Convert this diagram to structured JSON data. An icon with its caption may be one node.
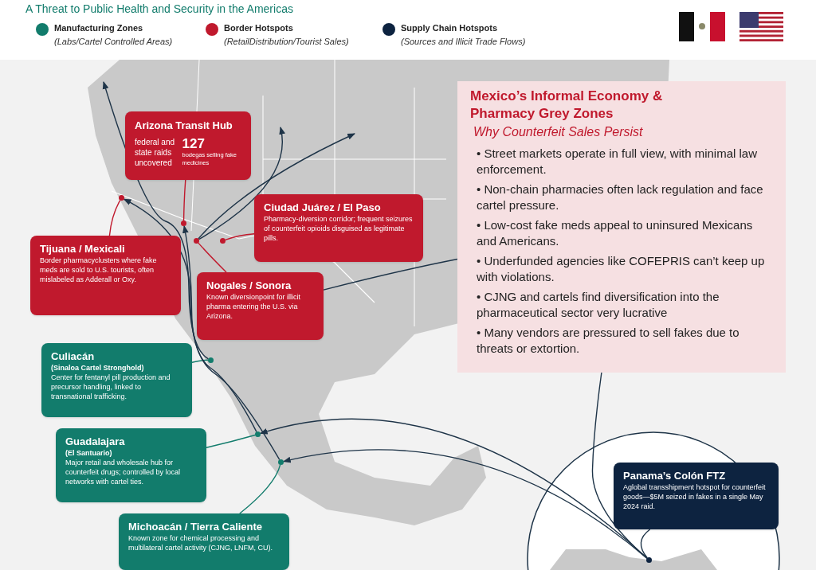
{
  "diagram": {
    "title": "A Threat to Public Health and Security in the Americas",
    "nodes": [
      {
        "text": [
          "Arizona Transit Hub",
          "federal and state raids uncovered",
          "127",
          "bodegas selling fake medicines"
        ]
      },
      {
        "text": [
          "Ciudad Juárez / El Paso",
          "Pharmacy-diversion corridor; frequent seizures of counterfeit opioids disguised as legitimate pills."
        ]
      },
      {
        "text": [
          "Tijuana / Mexicali",
          "Border pharmacyclusters where fake meds are sold to U.S. tourists, often mislabeled as Adderall or Oxy."
        ]
      },
      {
        "text": [
          "Nogales / Sonora",
          "Known diversionpoint for illicit pharma entering the U.S. via Arizona."
        ]
      },
      {
        "text": [
          "Culiacán",
          "(Sinaloa Cartel Stronghold)",
          "Center for fentanyl pill production and precursor handling, linked to transnational trafficking."
        ]
      },
      {
        "text": [
          "Guadalajara",
          "(El Santuario)",
          "Major retail and wholesale hub for counterfeit drugs; controlled by local networks with cartel ties."
        ]
      },
      {
        "text": [
          "Michoacán / Tierra Caliente",
          "Known zone for chemical processing and multilateral cartel activity (CJNG, LNFM, CU)."
        ]
      },
      {
        "text": [
          "Mexico’s Informal Economy & Pharmacy Grey Zones",
          "Why Counterfeit Sales Persist",
          "• Street markets operate in full view, with minimal law enforcement.",
          "• Non-chain pharmacies often lack regulation and face cartel pressure.",
          "• Low-cost fake meds appeal to uninsured Mexicans and Americans.",
          "• Underfunded agencies like COFEPRIS can’t keep up with violations.",
          "• CJNG and cartels find diversification into the pharmaceutical sector very lucrative",
          "• Many vendors are pressured to sell fakes due to threats or extortion."
        ]
      },
      {
        "text": [
          "Panama’s Colón FTZ",
          "Aglobal transshipment hotspot for counterfeit goods—$5M seized in fakes in a single May 2024 raid."
        ]
      },
      {
        "text": [],
        "shape": "circle"
      },
      {
        "text": [],
        "shape": "circle"
      },
      {
        "text": [],
        "shape": "circle"
      },
      {
        "text": [],
        "shape": "circle"
      },
      {
        "text": [],
        "shape": "circle"
      },
      {
        "text": [],
        "shape": "circle"
      },
      {
        "text": [],
        "shape": "circle"
      },
      {
        "text": [],
        "shape": "circle"
      }
    ],
    "edges": [
      {
        "from": 0,
        "to": 10,
        "arrow": "none",
        "color": "#c0192d"
      },
      {
        "from": 2,
        "to": 9,
        "arrow": "none",
        "color": "#c0192d"
      },
      {
        "from": 3,
        "to": 11,
        "arrow": "none",
        "color": "#c0192d"
      },
      {
        "from": 1,
        "to": 12,
        "arrow": "none",
        "color": "#c0192d"
      },
      {
        "from": 4,
        "to": 13,
        "arrow": "none",
        "color": "#127c6c"
      },
      {
        "from": 5,
        "to": 14,
        "arrow": "none",
        "color": "#127c6c"
      },
      {
        "from": 6,
        "to": 15,
        "arrow": "none",
        "color": "#127c6c"
      },
      {
        "from": 8,
        "to": 16,
        "arrow": "none"
      },
      {
        "from": 14,
        "to": 9,
        "arrow": "to"
      },
      {
        "from": 15,
        "to": 10,
        "arrow": "to"
      },
      {
        "from": 13,
        "to": null,
        "arrow": "to"
      },
      {
        "from": 11,
        "to": null,
        "arrow": "to"
      },
      {
        "from": 11,
        "to": null,
        "arrow": "to"
      },
      {
        "from": 3,
        "to": 7,
        "arrow": "none"
      },
      {
        "from": 16,
        "to": 14,
        "arrow": "to"
      },
      {
        "from": 16,
        "to": 15,
        "arrow": "to"
      },
      {
        "from": 16,
        "to": 7,
        "arrow": "none"
      }
    ],
    "labels": [
      "(Labs/Cartel Controlled Areas)",
      "(RetailDistribution/Tourist Sales)",
      "(Sources and Illicit Trade Flows)"
    ],
    "legend": [
      {
        "text": "Manufacturing Zones",
        "color": "#127c6c"
      },
      {
        "text": "Border Hotspots",
        "color": "#c0192d"
      },
      {
        "text": "Supply Chain Hotspots",
        "color": "#0d2340"
      }
    ]
  }
}
